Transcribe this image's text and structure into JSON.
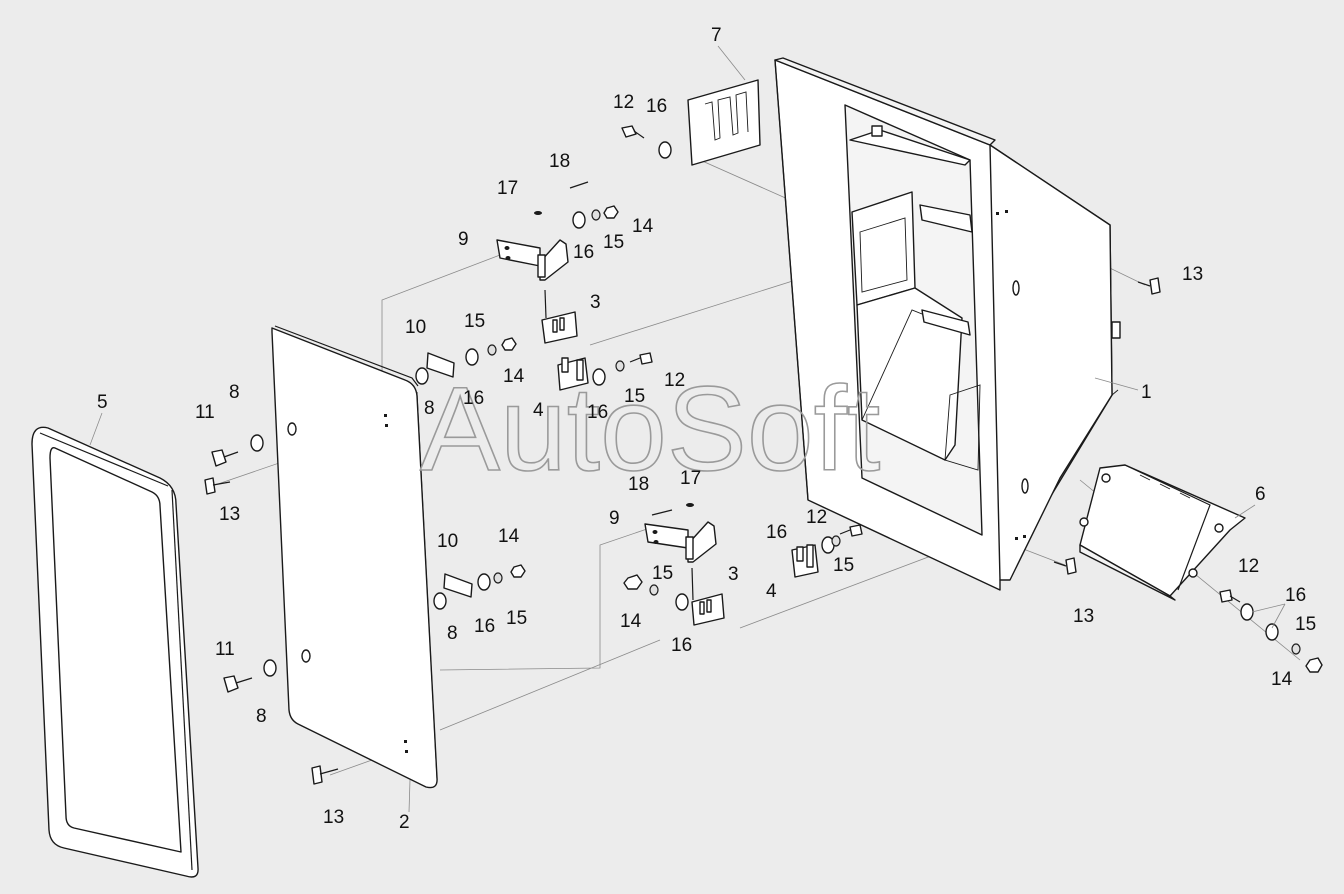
{
  "watermark": "AutoSoft",
  "colors": {
    "background": "#ececec",
    "line": "#1a1a1a",
    "leader": "#8a8a8a",
    "watermark": "#9a9a9a"
  },
  "callouts": [
    {
      "id": "c1",
      "label": "1"
    },
    {
      "id": "c2",
      "label": "2"
    },
    {
      "id": "c3a",
      "label": "3"
    },
    {
      "id": "c3b",
      "label": "3"
    },
    {
      "id": "c4a",
      "label": "4"
    },
    {
      "id": "c4b",
      "label": "4"
    },
    {
      "id": "c5",
      "label": "5"
    },
    {
      "id": "c6",
      "label": "6"
    },
    {
      "id": "c7",
      "label": "7"
    },
    {
      "id": "c8a",
      "label": "8"
    },
    {
      "id": "c8b",
      "label": "8"
    },
    {
      "id": "c8c",
      "label": "8"
    },
    {
      "id": "c8d",
      "label": "8"
    },
    {
      "id": "c9a",
      "label": "9"
    },
    {
      "id": "c9b",
      "label": "9"
    },
    {
      "id": "c10a",
      "label": "10"
    },
    {
      "id": "c10b",
      "label": "10"
    },
    {
      "id": "c11a",
      "label": "11"
    },
    {
      "id": "c11b",
      "label": "11"
    },
    {
      "id": "c12a",
      "label": "12"
    },
    {
      "id": "c12b",
      "label": "12"
    },
    {
      "id": "c12c",
      "label": "12"
    },
    {
      "id": "c12d",
      "label": "12"
    },
    {
      "id": "c13a",
      "label": "13"
    },
    {
      "id": "c13b",
      "label": "13"
    },
    {
      "id": "c13c",
      "label": "13"
    },
    {
      "id": "c13d",
      "label": "13"
    },
    {
      "id": "c14a",
      "label": "14"
    },
    {
      "id": "c14b",
      "label": "14"
    },
    {
      "id": "c14c",
      "label": "14"
    },
    {
      "id": "c14d",
      "label": "14"
    },
    {
      "id": "c14e",
      "label": "14"
    },
    {
      "id": "c15a",
      "label": "15"
    },
    {
      "id": "c15b",
      "label": "15"
    },
    {
      "id": "c15c",
      "label": "15"
    },
    {
      "id": "c15d",
      "label": "15"
    },
    {
      "id": "c15e",
      "label": "15"
    },
    {
      "id": "c15f",
      "label": "15"
    },
    {
      "id": "c15g",
      "label": "15"
    },
    {
      "id": "c16a",
      "label": "16"
    },
    {
      "id": "c16b",
      "label": "16"
    },
    {
      "id": "c16c",
      "label": "16"
    },
    {
      "id": "c16d",
      "label": "16"
    },
    {
      "id": "c16e",
      "label": "16"
    },
    {
      "id": "c16f",
      "label": "16"
    },
    {
      "id": "c16g",
      "label": "16"
    },
    {
      "id": "c16h",
      "label": "16"
    },
    {
      "id": "c17a",
      "label": "17"
    },
    {
      "id": "c17b",
      "label": "17"
    },
    {
      "id": "c18a",
      "label": "18"
    },
    {
      "id": "c18b",
      "label": "18"
    }
  ]
}
